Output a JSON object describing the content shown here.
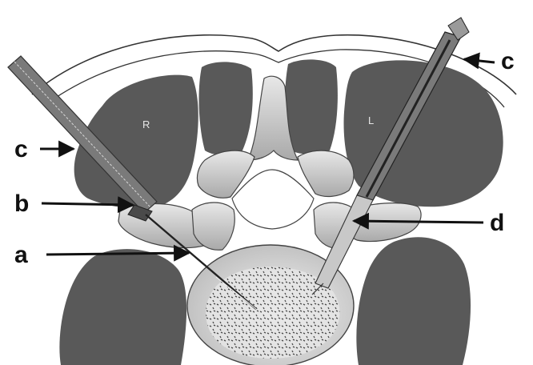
{
  "side_labels": {
    "right": "R",
    "left": "L"
  },
  "callouts": {
    "c_left": "c",
    "c_right": "c",
    "b": "b",
    "a": "a",
    "d": "d"
  },
  "colors": {
    "muscle": "#595959",
    "bone": "#cfcfcf",
    "bone_dark": "#8e8e8e",
    "disc": "#e4e4e4",
    "instrument": "#7a7a7a",
    "arrow": "#111111"
  }
}
